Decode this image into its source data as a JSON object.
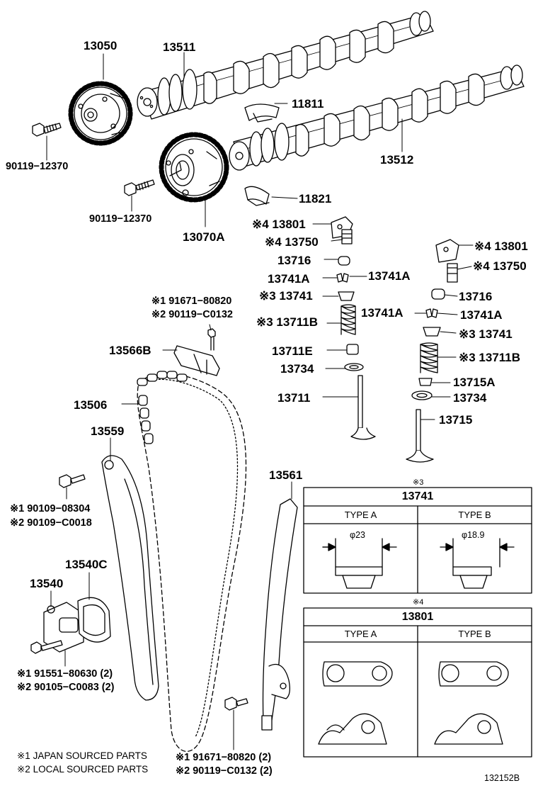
{
  "labels": {
    "p13050": "13050",
    "p13511": "13511",
    "p11811": "11811",
    "p90119a": "90119−12370",
    "p13512": "13512",
    "p90119b": "90119−12370",
    "p11821": "11821",
    "p13070a": "13070A",
    "p13801a": "※4 13801",
    "p13750a": "※4 13750",
    "p13716a": "13716",
    "p13741aL": "13741A",
    "p13741aR": "13741A",
    "p13741a": "※3 13741",
    "p13711ba": "※3 13711B",
    "p13711e": "13711E",
    "p13734a": "13734",
    "p13711": "13711",
    "p13801b": "※4 13801",
    "p13750b": "※4 13750",
    "p13716b": "13716",
    "p13741bL": "13741A",
    "p13741bR": "13741A",
    "p13741b": "※3 13741",
    "p13711bb": "※3 13711B",
    "p13715a": "13715A",
    "p13734b": "13734",
    "p13715": "13715",
    "p91671a1": "※1 91671−80820",
    "p91671a2": "※2 90119−C0132",
    "p13566b": "13566B",
    "p13506": "13506",
    "p13559": "13559",
    "p90109a": "※1 90109−08304",
    "p90109b": "※2 90109−C0018",
    "p13540c": "13540C",
    "p13540": "13540",
    "p91551": "※1 91551−80630 (2)",
    "p90105": "※2 90105−C0083 (2)",
    "p13561": "13561",
    "p91671b1": "※1 91671−80820 (2)",
    "p91671b2": "※2 90119−C0132 (2)"
  },
  "legend": {
    "japan": "※1  JAPAN SOURCED PARTS",
    "local": "※2  LOCAL SOURCED PARTS"
  },
  "box3": {
    "mark": "※3",
    "title": "13741",
    "type_a": "TYPE A",
    "type_b": "TYPE B",
    "dim_a": "φ23",
    "dim_b": "φ18.9"
  },
  "box4": {
    "mark": "※4",
    "title": "13801",
    "type_a": "TYPE A",
    "type_b": "TYPE B"
  },
  "figure_code": "132152B"
}
